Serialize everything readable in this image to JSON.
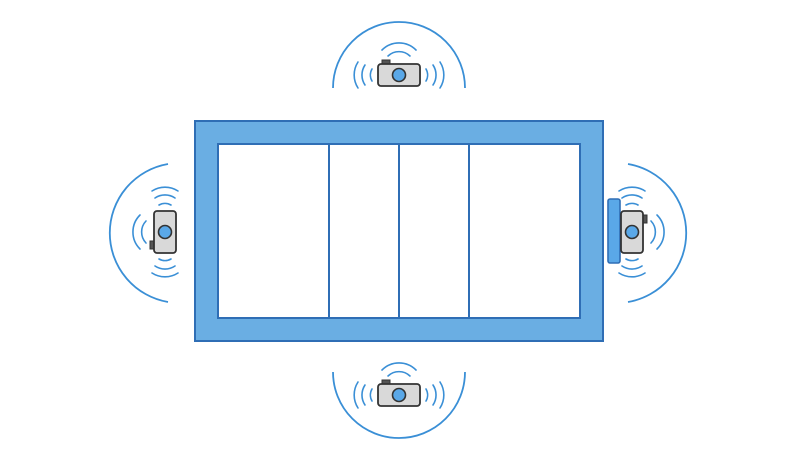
{
  "colors": {
    "frame_fill": "#6aaee3",
    "frame_stroke": "#2f6eb5",
    "arc_stroke": "#3a8fd6",
    "camera_body": "#d9d9d9",
    "camera_outline": "#333333",
    "lens": "#5aa8e8",
    "mount": "#5aa8e8"
  },
  "diagram": {
    "frame_sections": 4,
    "cameras": [
      {
        "position": "top",
        "icon": "camera-icon"
      },
      {
        "position": "bottom",
        "icon": "camera-icon"
      },
      {
        "position": "left",
        "icon": "camera-icon"
      },
      {
        "position": "right",
        "icon": "camera-icon",
        "mounted": true
      }
    ]
  }
}
